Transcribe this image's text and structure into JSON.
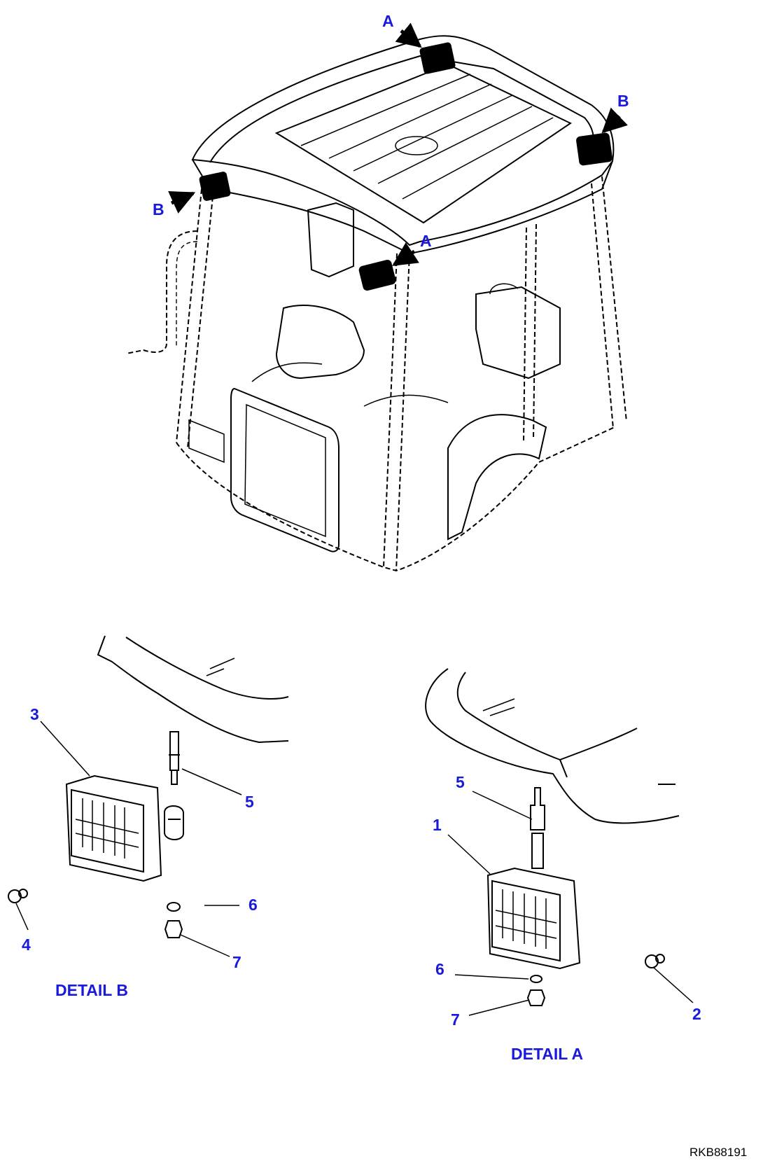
{
  "figure": {
    "reference_code": "RKB88191",
    "accent_color": "#1a1adc",
    "line_color": "#000000"
  },
  "cab_view": {
    "markers": [
      "A",
      "B",
      "B",
      "A"
    ]
  },
  "detail_b": {
    "caption": "DETAIL B",
    "callouts": [
      "3",
      "5",
      "6",
      "7",
      "4"
    ]
  },
  "detail_a": {
    "caption": "DETAIL A",
    "callouts": [
      "5",
      "1",
      "6",
      "7",
      "2"
    ]
  }
}
